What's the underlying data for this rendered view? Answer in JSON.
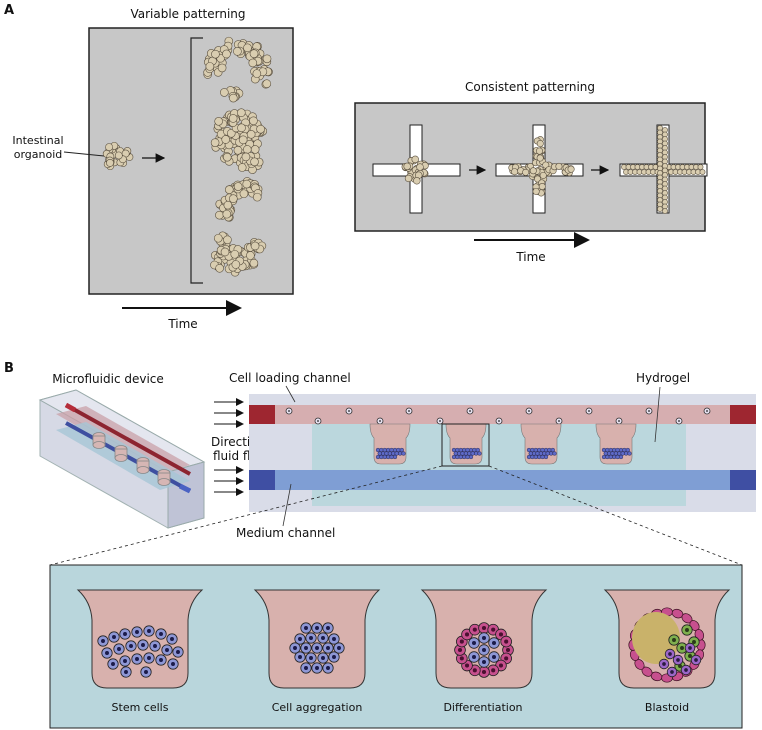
{
  "panel_a": {
    "letter": "A",
    "variable_title": "Variable patterning",
    "organoid_label_1": "Intestinal",
    "organoid_label_2": "organoid",
    "time_left": "Time",
    "consistent_title": "Consistent patterning",
    "time_right": "Time"
  },
  "panel_b": {
    "letter": "B",
    "device_title": "Microfluidic device",
    "cell_loading_channel": "Cell loading channel",
    "hydrogel": "Hydrogel",
    "direction_1": "Direction of",
    "direction_2": "fluid flow",
    "medium_channel": "Medium channel",
    "stages": [
      "Stem cells",
      "Cell aggregation",
      "Differentiation",
      "Blastoid"
    ]
  },
  "colors": {
    "panel_bg": "#c7c7c7",
    "organoid_cell": "#d9cdb0",
    "cell_loading_channel": "#9e2630",
    "medium_channel": "#3f4fa3",
    "hydrogel": "#b7d6dc",
    "well": "#d8b1ad",
    "stem_cell": "#8e97d6",
    "differentiated_cell": "#c7508e"
  }
}
